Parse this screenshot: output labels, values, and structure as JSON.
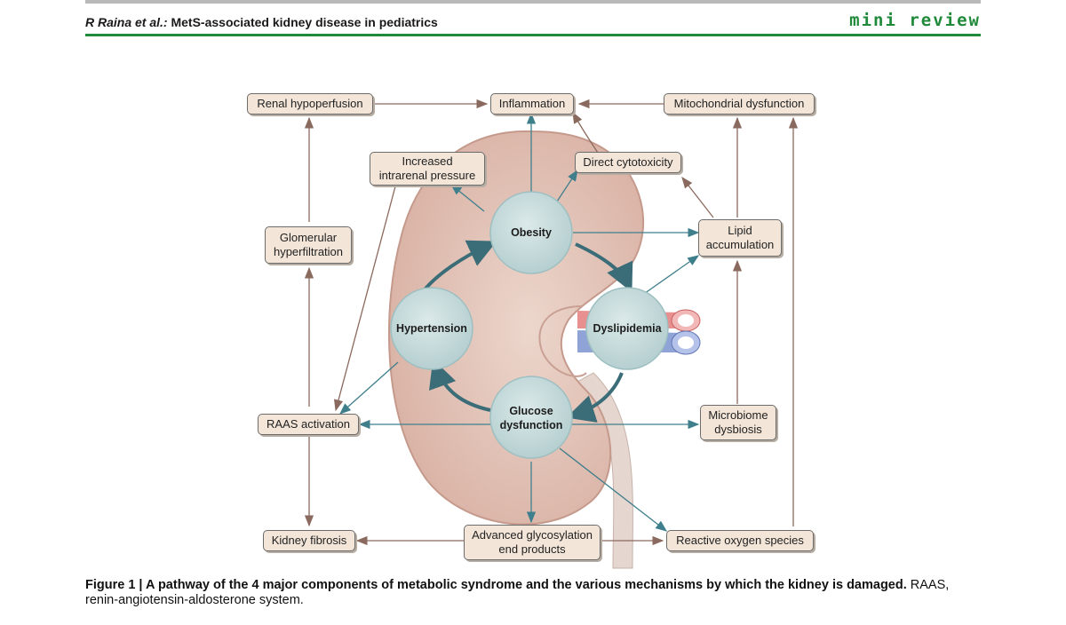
{
  "header": {
    "authors": "R Raina et al.:",
    "title": "MetS-associated kidney disease in pediatrics",
    "section": "mini review"
  },
  "diagram": {
    "boxes": {
      "renal_hypoperfusion": "Renal hypoperfusion",
      "inflammation": "Inflammation",
      "mitochondrial_dysfunction": "Mitochondrial dysfunction",
      "increased_pressure_line1": "Increased",
      "increased_pressure_line2": "intrarenal pressure",
      "direct_cytotoxicity": "Direct cytotoxicity",
      "glomerular_line1": "Glomerular",
      "glomerular_line2": "hyperfiltration",
      "lipid_line1": "Lipid",
      "lipid_line2": "accumulation",
      "raas_activation": "RAAS activation",
      "microbiome_line1": "Microbiome",
      "microbiome_line2": "dysbiosis",
      "kidney_fibrosis": "Kidney fibrosis",
      "age_line1": "Advanced glycosylation",
      "age_line2": "end products",
      "ros": "Reactive oxygen species"
    },
    "circles": {
      "obesity": "Obesity",
      "hypertension": "Hypertension",
      "dyslipidemia": "Dyslipidemia",
      "glucose_line1": "Glucose",
      "glucose_line2": "dysfunction"
    },
    "colors": {
      "box_fill": "#f3e6d9",
      "circle_fill": "#c9dcdc",
      "arrow_teal": "#3f7f8c",
      "arrow_brown": "#8a6a5e",
      "kidney": "#e3c3b7"
    }
  },
  "caption": {
    "label": "Figure 1 | A pathway of the 4 major components of metabolic syndrome and the various mechanisms by which the kidney is damaged.",
    "text": " RAAS, renin-angiotensin-aldosterone system."
  }
}
